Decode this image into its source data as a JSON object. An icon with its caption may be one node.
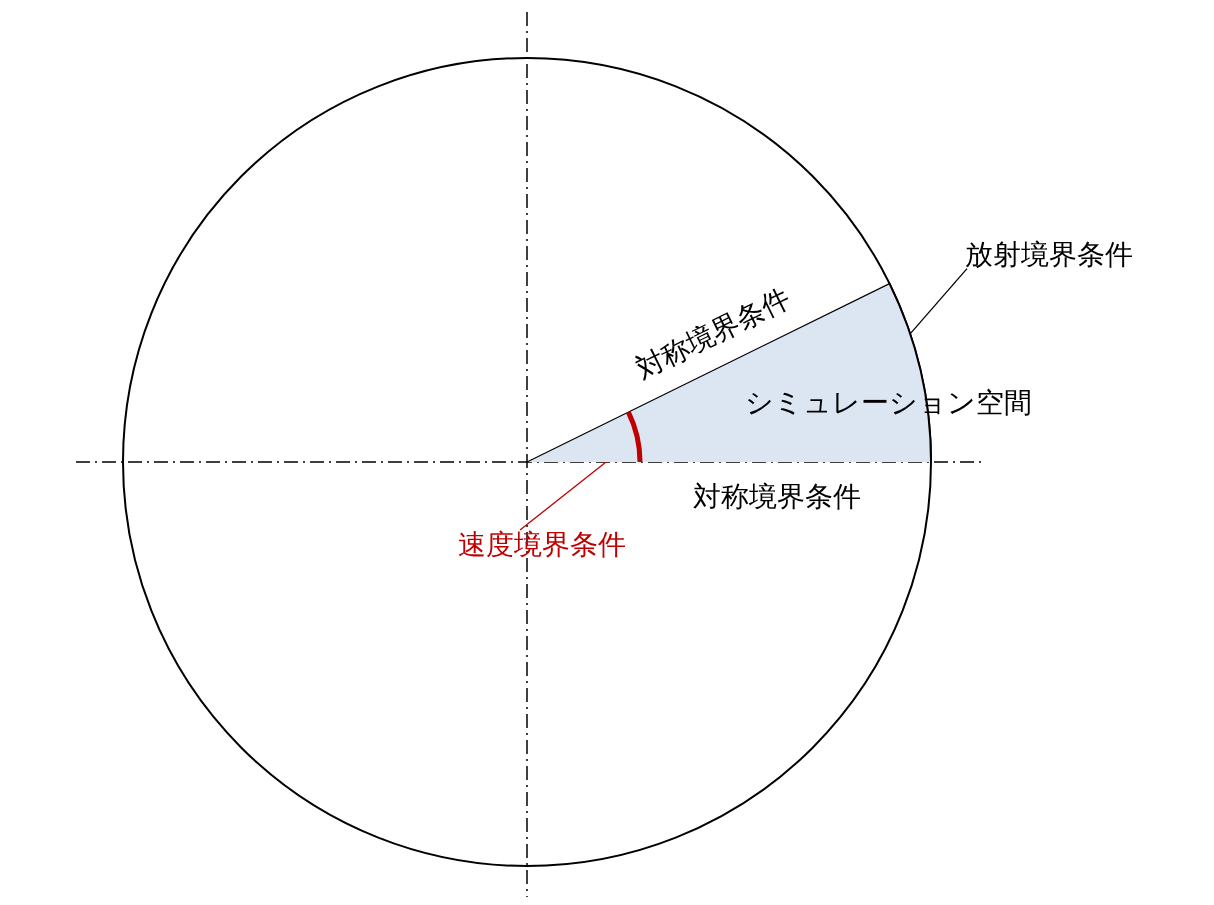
{
  "diagram": {
    "nodes": [
      {
        "text": [
          "放射境界条件"
        ]
      },
      {
        "text": [
          "シミュレーション空間"
        ]
      },
      {
        "text": [
          "速度境界条件"
        ]
      },
      {
        "text": [],
        "shape": "arc",
        "in": 1
      }
    ],
    "edges": [
      {
        "from": 0,
        "to": 1,
        "arrow": "none"
      },
      {
        "from": 2,
        "to": 3,
        "arrow": "none",
        "color": "#c00000"
      }
    ],
    "labels": [
      "対称境界条件",
      "対称境界条件"
    ]
  }
}
